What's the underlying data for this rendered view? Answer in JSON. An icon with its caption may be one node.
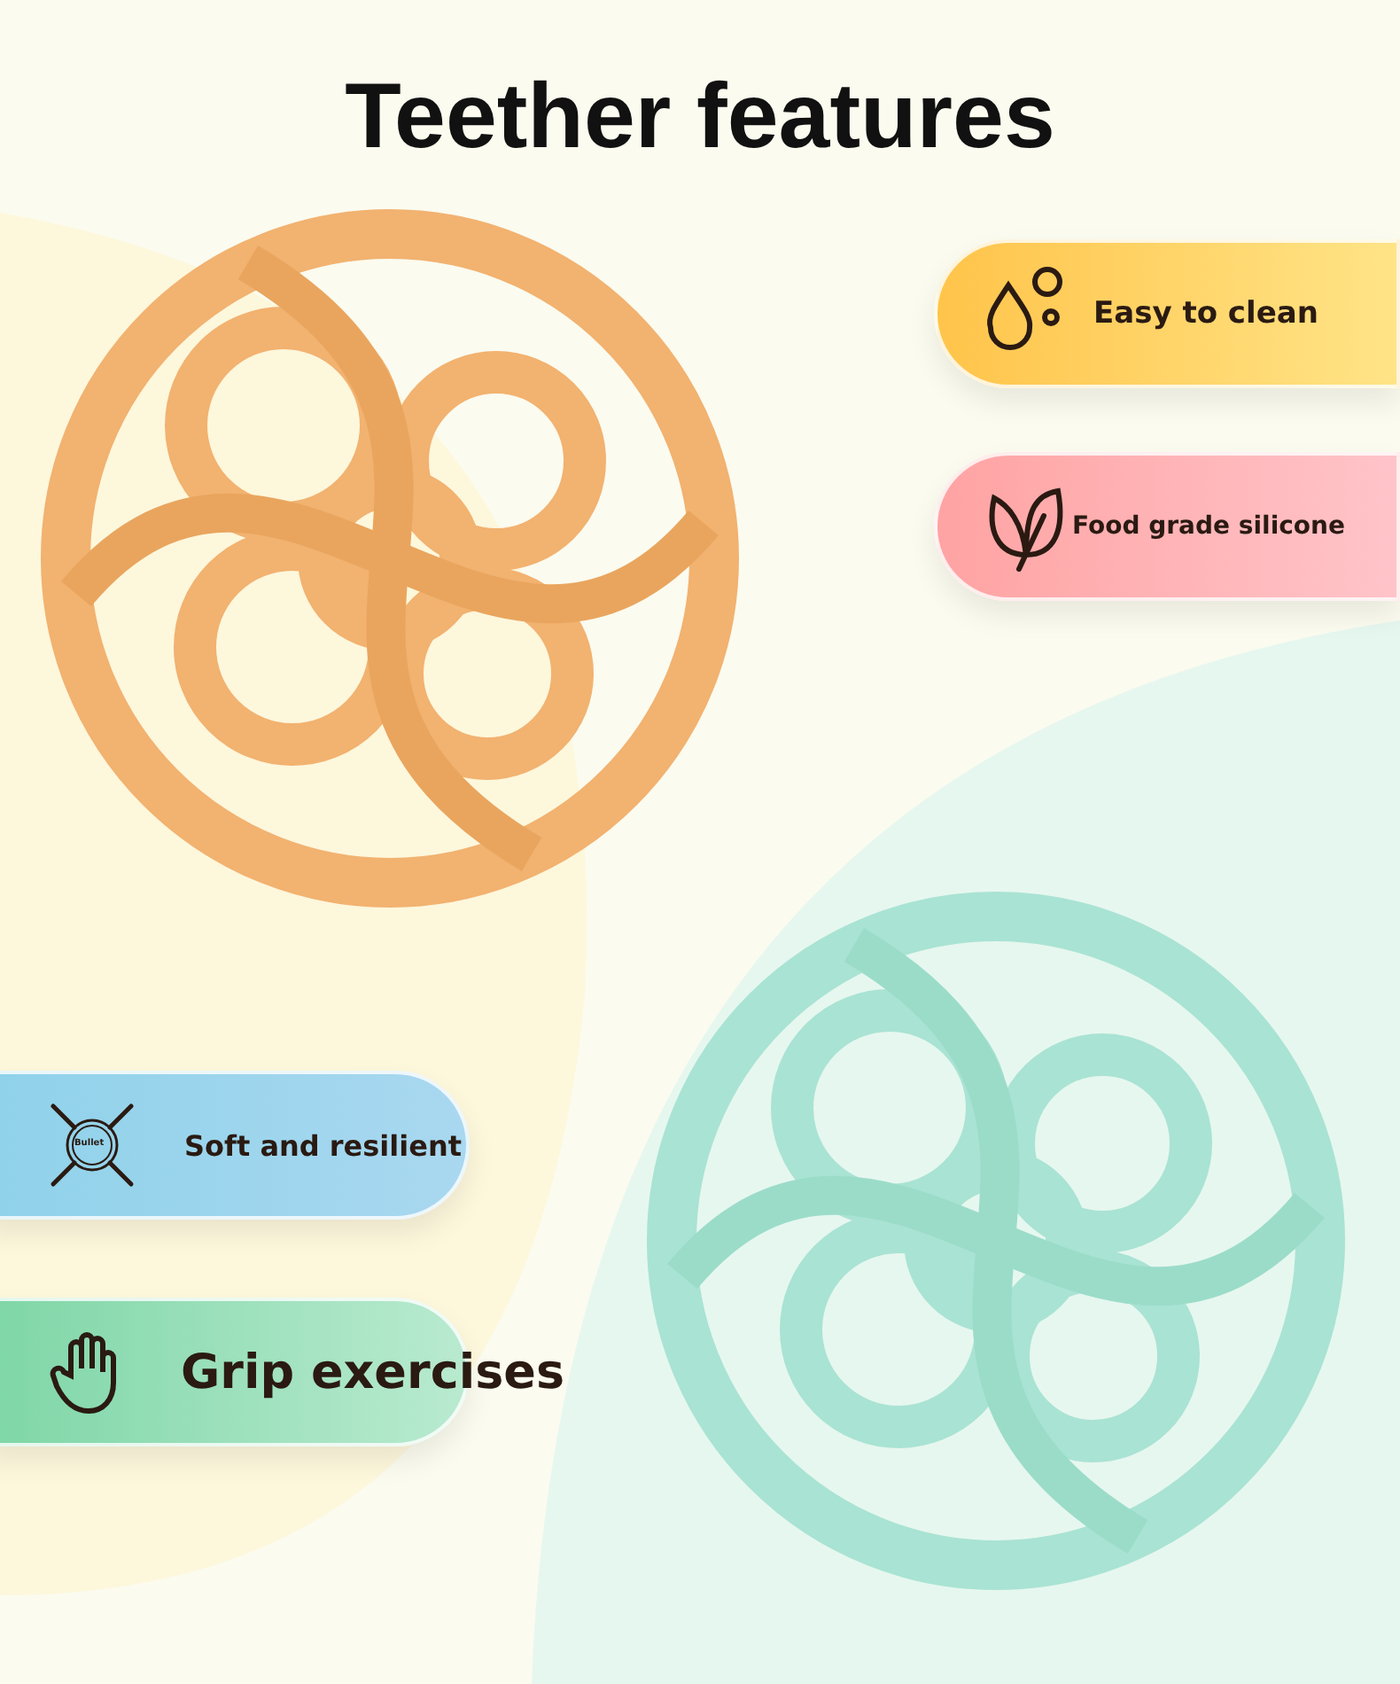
{
  "diagram": {
    "title": "Teether features",
    "nodes": [
      {
        "text": [
          "Easy to clean"
        ]
      },
      {
        "text": [
          "Food grade silicone"
        ]
      },
      {
        "text": [
          "Soft and resilient"
        ]
      },
      {
        "text": [
          "Grip exercises"
        ]
      }
    ],
    "labels": [
      "Bullet"
    ]
  }
}
